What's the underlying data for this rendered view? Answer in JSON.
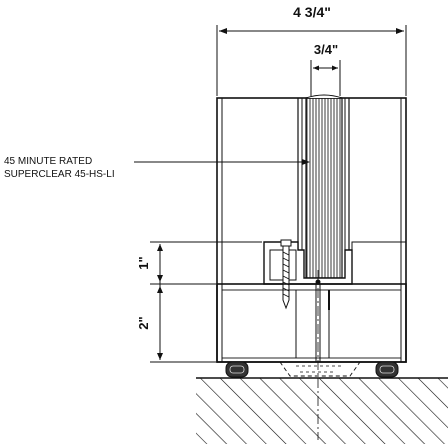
{
  "dimensions": {
    "overall_width": "4 3/4\"",
    "glass_thickness": "3/4\"",
    "stop_height": "1\"",
    "base_height": "2\""
  },
  "callout": {
    "line1": "45 MINUTE RATED",
    "line2": "SUPERCLEAR 45-HS-LI"
  }
}
